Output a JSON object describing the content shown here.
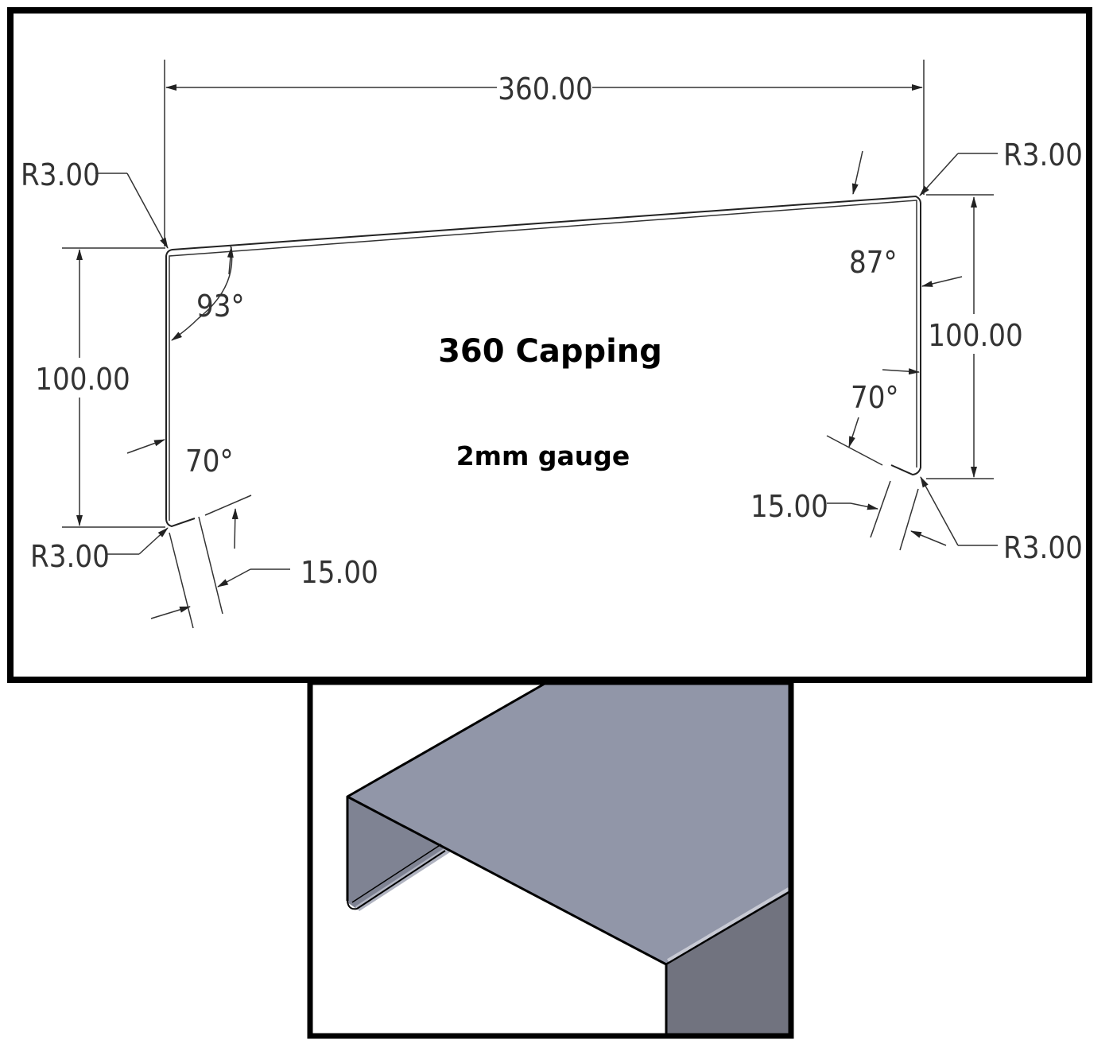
{
  "drawing": {
    "title": "360 Capping",
    "subtitle": "2mm gauge",
    "dimensions": {
      "width": "360.00",
      "left_height": "100.00",
      "right_height": "100.00",
      "left_flange": "15.00",
      "right_flange": "15.00",
      "radius_top_left": "R3.00",
      "radius_top_right": "R3.00",
      "radius_bottom_left": "R3.00",
      "radius_bottom_right": "R3.00",
      "angle_top_left": "93°",
      "angle_top_right": "87°",
      "angle_bottom_left": "70°",
      "angle_bottom_right": "70°"
    }
  },
  "render": {
    "top_face_color": "#9196a8",
    "side_face_color": "#71737f",
    "inner_face_color": "#7f8393"
  }
}
